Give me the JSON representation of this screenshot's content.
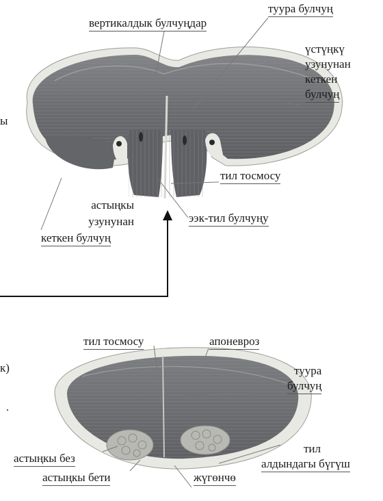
{
  "top_section": {
    "labels": {
      "vertical_muscles": "вертикалдык булчуңдар",
      "transverse_muscle": "туура булчуң",
      "superior_longitudinal": [
        "үстүңкү",
        "узунунан",
        "кеткен",
        "булчуң"
      ],
      "left_edge_fragment": "ы",
      "lingual_septum": "тил тосмосу",
      "inferior_longitudinal": [
        "астыңкы",
        "узунунан",
        "кеткен булчуң"
      ],
      "genioglossus": "ээк-тил булчуңу"
    }
  },
  "bottom_section": {
    "labels": {
      "left_edge_fragment": "к)",
      "lingual_septum": "тил тосмосу",
      "aponeurosis": "апоневроз",
      "transverse_muscle": [
        "туура",
        "булчуң"
      ],
      "sublingual_fold": [
        "тил",
        "алдындагы бүгүш"
      ],
      "sublingual_gland": "астыңкы без",
      "inferior_surface": "астыңкы бети",
      "frenulum": "жүгөнчө"
    }
  },
  "colors": {
    "muscle": "#6f7074",
    "muscle_dark": "#55565a",
    "muscle_light": "#8a8b8f",
    "mucosa": "#e9e9e4",
    "gland": "#b9b9b4",
    "arrow": "#111111",
    "leader": "#777777"
  }
}
